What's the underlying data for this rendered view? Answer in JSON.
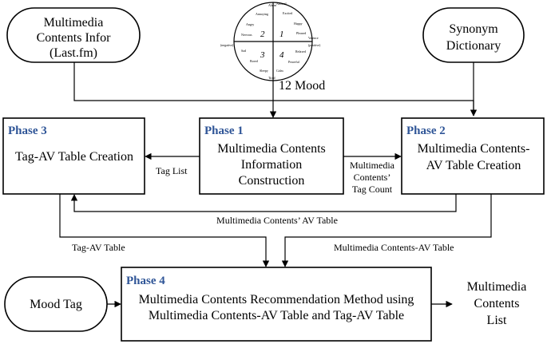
{
  "inputs": {
    "multimedia_info": [
      "Multimedia",
      "Contents Infor",
      "(Last.fm)"
    ],
    "synonym_dictionary": [
      "Synonym",
      "Dictionary"
    ],
    "mood_tag": "Mood Tag"
  },
  "mood_model": {
    "label": "12 Mood",
    "axis_arousal": "Arousal",
    "axis_valence": "Valence",
    "axis_valence_sub": "(positive)",
    "axis_left_sub": "(negative)",
    "quadrants": [
      "1",
      "2",
      "3",
      "4"
    ],
    "moods": [
      "Alarm",
      "Excited",
      "Happy",
      "Pleased",
      "Relaxed",
      "Peaceful",
      "Calm",
      "Sleepy",
      "Bored",
      "Sad",
      "Nervous",
      "Angry",
      "Annoying",
      "Tired"
    ]
  },
  "phases": {
    "p1": {
      "label": "Phase 1",
      "lines": [
        "Multimedia Contents",
        "Information",
        "Construction"
      ]
    },
    "p2": {
      "label": "Phase 2",
      "lines": [
        "Multimedia Contents-",
        "AV Table Creation"
      ]
    },
    "p3": {
      "label": "Phase 3",
      "lines": [
        "Tag-AV Table Creation"
      ]
    },
    "p4": {
      "label": "Phase 4",
      "lines": [
        "Multimedia Contents Recommendation Method using",
        "Multimedia Contents-AV Table and Tag-AV Table"
      ]
    }
  },
  "edges": {
    "tag_list": "Tag List",
    "tag_count": [
      "Multimedia",
      "Contents’",
      "Tag Count"
    ],
    "av_table": "Multimedia Contents’ AV Table",
    "tag_av_table": "Tag-AV Table",
    "mc_av_table": "Multimedia Contents-AV Table"
  },
  "output": {
    "lines": [
      "Multimedia",
      "Contents",
      "List"
    ]
  }
}
